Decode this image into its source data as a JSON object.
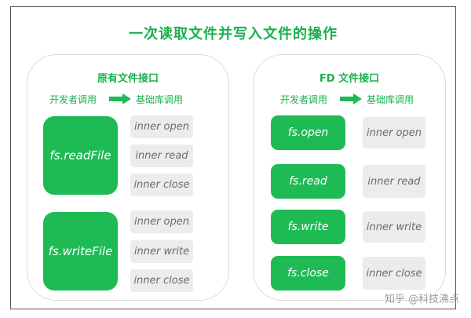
{
  "title": "一次读取文件并写入文件的操作",
  "left_panel": {
    "title": "原有文件接口",
    "flow_from": "开发者调用",
    "flow_to": "基础库调用",
    "groups": [
      {
        "api": "fs.readFile",
        "inner": [
          "inner open",
          "inner read",
          "inner close"
        ]
      },
      {
        "api": "fs.writeFile",
        "inner": [
          "inner open",
          "inner write",
          "inner close"
        ]
      }
    ]
  },
  "right_panel": {
    "title": "FD 文件接口",
    "flow_from": "开发者调用",
    "flow_to": "基础库调用",
    "rows": [
      {
        "api": "fs.open",
        "inner": "inner open"
      },
      {
        "api": "fs.read",
        "inner": "inner read"
      },
      {
        "api": "fs.write",
        "inner": "inner write"
      },
      {
        "api": "fs.close",
        "inner": "inner close"
      }
    ]
  },
  "watermark": "知乎 @科技沸点",
  "colors": {
    "accent": "#1ebb55",
    "title": "#1aaf4f",
    "inner_bg": "#ececec",
    "inner_text": "#6b6b6b"
  }
}
